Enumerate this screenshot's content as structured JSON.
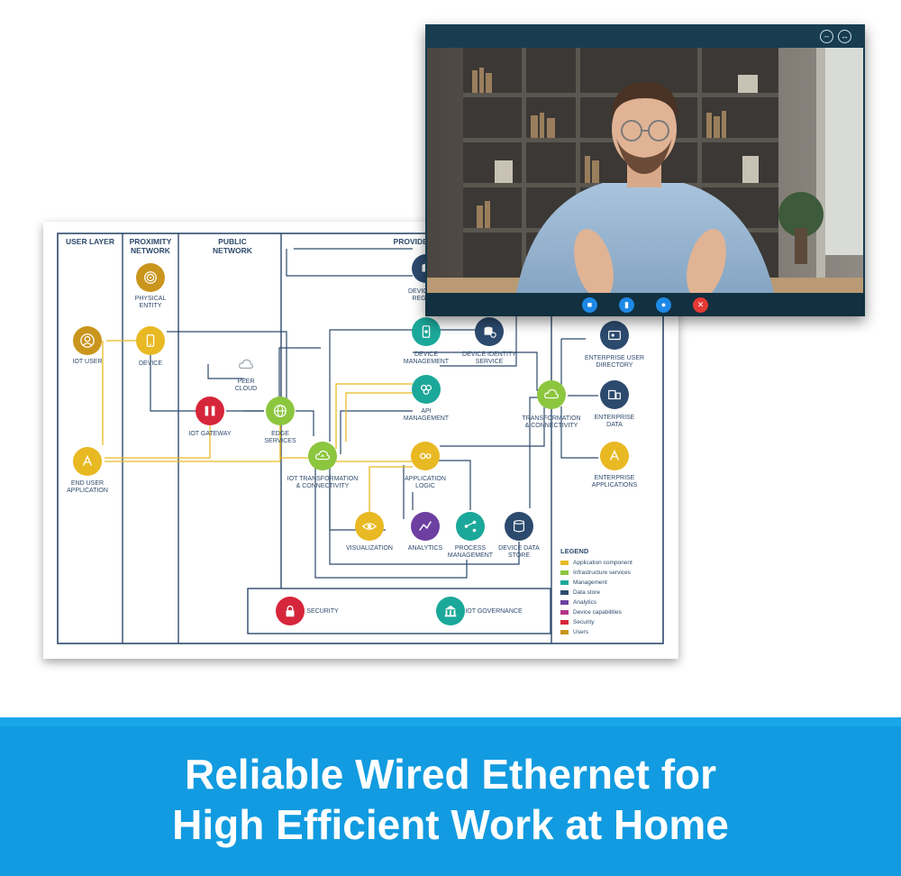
{
  "diagram": {
    "columns": [
      "USER LAYER",
      "PROXIMITY NETWORK",
      "PUBLIC NETWORK",
      "PROVIDER C"
    ],
    "nodes": {
      "iot_user": "IoT USER",
      "device": "DEVICE",
      "physical_entity": "PHYSICAL ENTITY",
      "end_user_app": "END USER APPLICATION",
      "iot_gateway": "IoT GATEWAY",
      "peer_cloud": "PEER CLOUD",
      "edge_services": "EDGE SERVICES",
      "device_registry": "DEVICE REGI",
      "device_management": "DEVICE MANAGEMENT",
      "device_identity": "DEVICE IDENTITY SERVICE",
      "api_management": "API MANAGEMENT",
      "iot_transformation": "IoT TRANSFORMATION & CONNECTIVITY",
      "application_logic": "APPLICATION LOGIC",
      "visualization": "VISUALIZATION",
      "analytics": "ANALYTICS",
      "process_management": "PROCESS MANAGEMENT",
      "device_data_store": "DEVICE DATA STORE",
      "enterprise_user_directory": "ENTERPRISE USER DIRECTORY",
      "transformation_connectivity": "TRANSFORMATION & CONNECTIVITY",
      "enterprise_data": "ENTERPRISE DATA",
      "enterprise_applications": "ENTERPRISE APPLICATIONS",
      "security": "SECURITY",
      "iot_governance": "IoT GOVERNANCE"
    },
    "legend": {
      "title": "LEGEND",
      "items": [
        {
          "label": "Application component",
          "color": "#e8b923"
        },
        {
          "label": "Infrastructure services",
          "color": "#8cc63f"
        },
        {
          "label": "Management",
          "color": "#1ba89a"
        },
        {
          "label": "Data store",
          "color": "#2c4a6e"
        },
        {
          "label": "Analytics",
          "color": "#6d3fa0"
        },
        {
          "label": "Device capabilities",
          "color": "#b5338a"
        },
        {
          "label": "Security",
          "color": "#d6263b"
        },
        {
          "label": "Users",
          "color": "#c9951c"
        }
      ]
    }
  },
  "video_window": {
    "window_buttons": [
      "minimize-icon",
      "fullscreen-icon"
    ],
    "controls": [
      "camera-icon",
      "signal-icon",
      "chat-icon",
      "end-call-icon"
    ]
  },
  "banner": {
    "line1": "Reliable Wired Ethernet for",
    "line2": "High Efficient Work at Home"
  },
  "colors": {
    "banner_blue": "#129be0",
    "diagram_line": "#2d4a6c",
    "window_frame": "#183d50",
    "end_call_red": "#e53935",
    "control_blue": "#1e88e5"
  }
}
